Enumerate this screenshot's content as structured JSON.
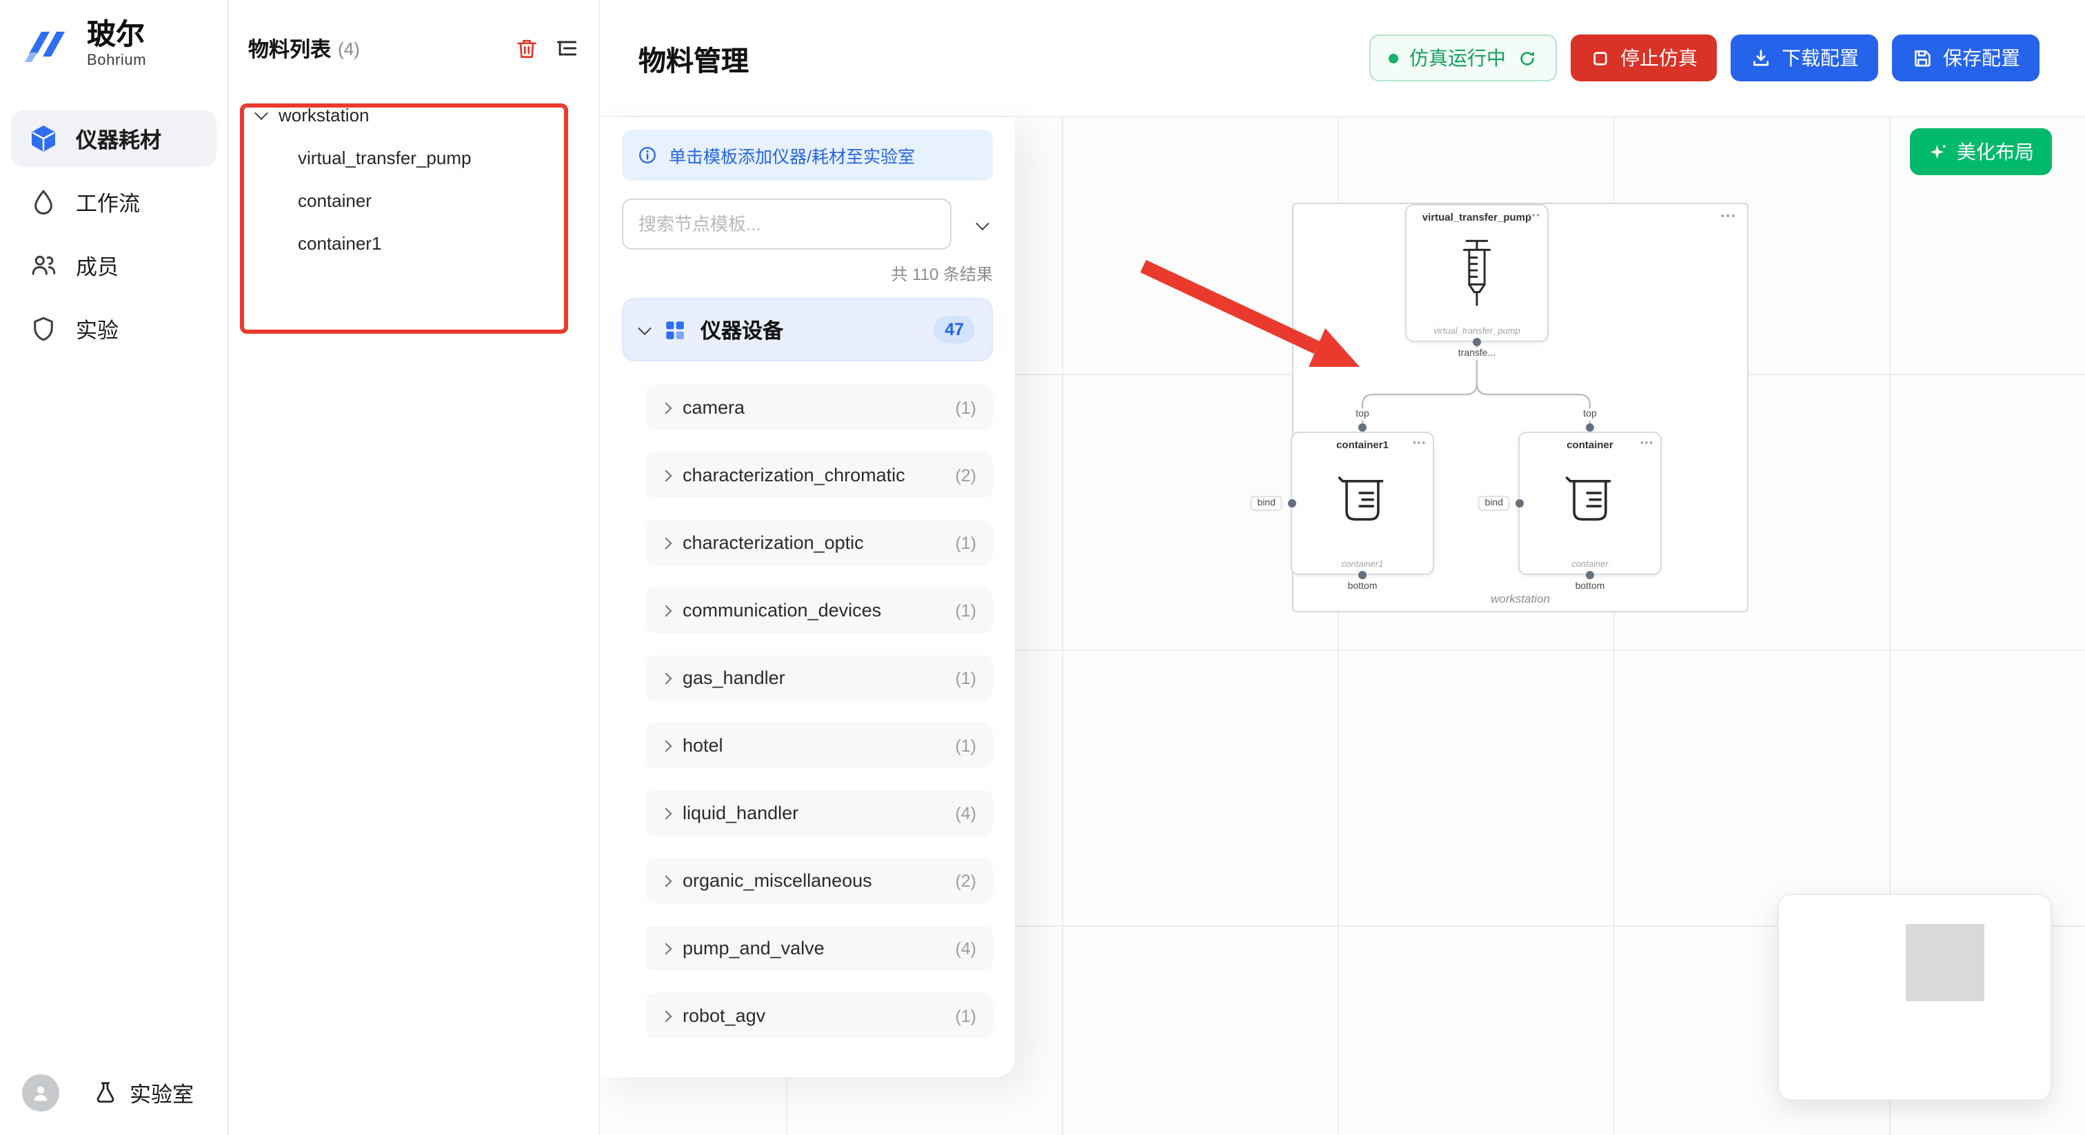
{
  "colors": {
    "primary_blue": "#2563eb",
    "danger_red": "#d93226",
    "success_green": "#00b96b",
    "annotation_red": "#ea3a2d"
  },
  "brand": {
    "title": "玻尔",
    "subtitle": "Bohrium"
  },
  "sidebar": {
    "items": [
      {
        "label": "仪器耗材"
      },
      {
        "label": "工作流"
      },
      {
        "label": "成员"
      },
      {
        "label": "实验"
      }
    ],
    "lab": {
      "label": "实验室"
    }
  },
  "materials_panel": {
    "title": "物料列表",
    "count": "(4)",
    "tree": {
      "root_label": "workstation",
      "children": [
        {
          "label": "virtual_transfer_pump"
        },
        {
          "label": "container"
        },
        {
          "label": "container1"
        }
      ]
    }
  },
  "header": {
    "title": "物料管理",
    "status_pill": "仿真运行中",
    "stop_button": "停止仿真",
    "download_button": "下载配置",
    "save_button": "保存配置"
  },
  "template_panel": {
    "banner": "单击模板添加仪器/耗材至实验室",
    "search_placeholder": "搜索节点模板...",
    "result_count": "共 110 条结果",
    "category": {
      "label": "仪器设备",
      "count": "47"
    },
    "items": [
      {
        "label": "camera",
        "count": "(1)"
      },
      {
        "label": "characterization_chromatic",
        "count": "(2)"
      },
      {
        "label": "characterization_optic",
        "count": "(1)"
      },
      {
        "label": "communication_devices",
        "count": "(1)"
      },
      {
        "label": "gas_handler",
        "count": "(1)"
      },
      {
        "label": "hotel",
        "count": "(1)"
      },
      {
        "label": "liquid_handler",
        "count": "(4)"
      },
      {
        "label": "organic_miscellaneous",
        "count": "(2)"
      },
      {
        "label": "pump_and_valve",
        "count": "(4)"
      },
      {
        "label": "robot_agv",
        "count": "(1)"
      }
    ]
  },
  "canvas": {
    "beautify_button": "美化布局",
    "workstation": {
      "label": "workstation",
      "pump": {
        "title": "virtual_transfer_pump",
        "caption": "virtual_transfer_pump",
        "port_label": "transfe..."
      },
      "container1": {
        "title": "container1",
        "caption": "container1",
        "top_label": "top",
        "bottom_label": "bottom",
        "bind_label": "bind"
      },
      "container": {
        "title": "container",
        "caption": "container",
        "top_label": "top",
        "bottom_label": "bottom",
        "bind_label": "bind"
      }
    }
  }
}
